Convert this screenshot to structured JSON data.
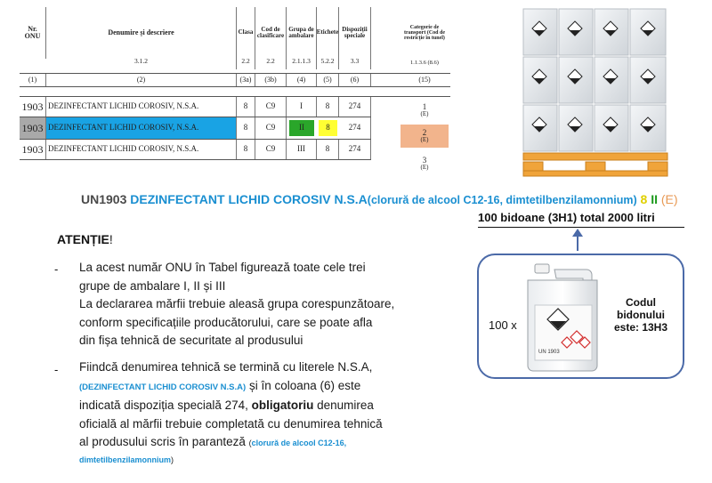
{
  "adr_table": {
    "headers": {
      "nr_onu": "Nr. ONU",
      "denumire": "Denumire și descriere",
      "clasa": "Clasa",
      "cod_clasificare": "Cod de clasificare",
      "grupa_ambalare": "Grupa de ambalare",
      "etichete": "Etichete",
      "dispozitii": "Dispoziții speciale",
      "categorie_transport": "Categorie de transport (Cod de restricție în tunel)"
    },
    "refs": [
      "3.1.2",
      "2.2",
      "2.2",
      "2.1.1.3",
      "5.2.2",
      "3.3",
      "1.1.3.6 (8.6)"
    ],
    "col_nums": [
      "(1)",
      "(2)",
      "(3a)",
      "(3b)",
      "(4)",
      "(5)",
      "(6)",
      "(15)"
    ],
    "rows": [
      {
        "onu": "1903",
        "name": "DEZINFECTANT LICHID COROSIV, N.S.A.",
        "clasa": "8",
        "cod": "C9",
        "grupa": "I",
        "eticheta": "8",
        "disp": "274",
        "cat": "1",
        "tunel": "(E)"
      },
      {
        "onu": "1903",
        "name": "DEZINFECTANT LICHID COROSIV, N.S.A.",
        "clasa": "8",
        "cod": "C9",
        "grupa": "II",
        "eticheta": "8",
        "disp": "274",
        "cat": "2",
        "tunel": "(E)"
      },
      {
        "onu": "1903",
        "name": "DEZINFECTANT LICHID COROSIV, N.S.A.",
        "clasa": "8",
        "cod": "C9",
        "grupa": "III",
        "eticheta": "8",
        "disp": "274",
        "cat": "3",
        "tunel": "(E)"
      }
    ]
  },
  "headline": {
    "un_number": "UN1903",
    "name": "DEZINFECTANT LICHID COROSIV N.S.A",
    "technical_name": "(clorură de alcool C12-16, dimtetilbenzilamonnium)",
    "class": "8",
    "packing_group": "II",
    "tunnel_code": "(E)"
  },
  "quantity_line": "100 bidoane (3H1) total 2000 litri",
  "attention": {
    "title_bold": "ATENȚIE",
    "title_rest": "!"
  },
  "bullet_char": "-",
  "paragraph1": [
    "La acest număr ONU în Tabel figurează toate cele trei",
    "grupe de ambalare I, II și III",
    "La declararea mărfii trebuie aleasă grupa corespunzătoare,",
    "conform specificațiile producătorului, care se poate afla",
    "din fișa tehnică de securitate al produsului"
  ],
  "paragraph2": {
    "line1": "Fiindcă denumirea tehnică se termină cu literele N.S.A,",
    "line2_highlight": "(DEZINFECTANT LICHID COROSIV N.S.A)",
    "line2_rest": " și în coloana (6) este",
    "line3_pre": "indicată dispoziția specială 274, ",
    "line3_bold": "obligatoriu",
    "line3_post": " denumirea",
    "line4": "oficială al mărfii trebuie completată cu denumirea tehnică",
    "line5_pre": "al produsului scris în paranteză ",
    "line5_open": "(",
    "line5_highlight": "clorură de alcool C12-16,",
    "line6_highlight": "dimtetilbenzilamonnium",
    "line6_close": ")"
  },
  "callout": {
    "quantity": "100 x",
    "code_label_1": "Codul",
    "code_label_2": "bidonului",
    "code_label_3": "este: 13H3",
    "jerrycan_label": "UN 1903"
  },
  "colors": {
    "blue_text": "#1a8fd1",
    "pg_green": "#1e9b1e",
    "class_yellow": "#e0d000",
    "tunnel_orange": "#e89a55",
    "row_highlight_blue": "#19a3e4",
    "cell_green": "#2aa62a",
    "cell_yellow": "#ffff33",
    "cell_orange": "#f2b48c",
    "callout_border": "#4b6aa8"
  }
}
